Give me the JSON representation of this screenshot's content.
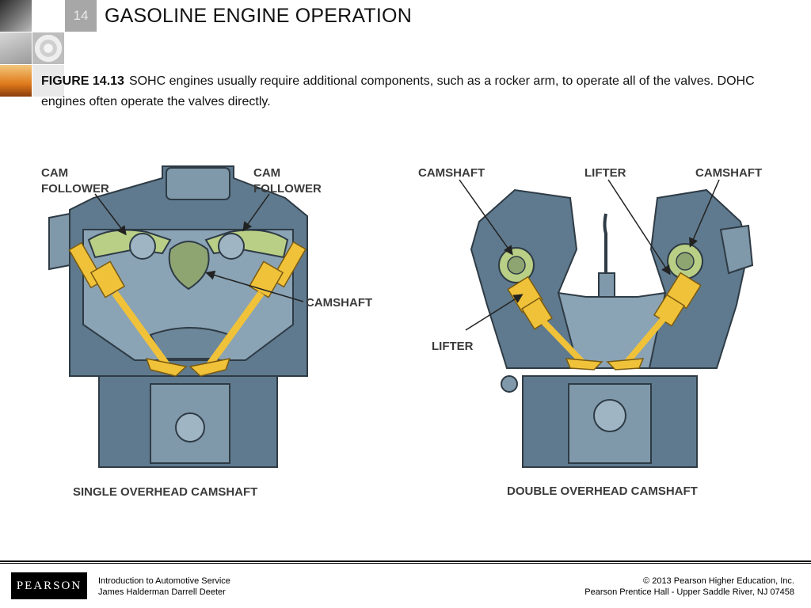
{
  "slide": {
    "number": "14",
    "title": "GASOLINE ENGINE OPERATION"
  },
  "caption": {
    "figure_label": "FIGURE 14.13",
    "text": "SOHC engines usually require additional components, such as a rocker arm, to operate all of the valves. DOHC engines often operate the valves directly."
  },
  "figure": {
    "sohc": {
      "label_cam_follower_left_1": "CAM",
      "label_cam_follower_left_2": "FOLLOWER",
      "label_cam_follower_right_1": "CAM",
      "label_cam_follower_right_2": "FOLLOWER",
      "label_camshaft": "CAMSHAFT",
      "title": "SINGLE OVERHEAD CAMSHAFT"
    },
    "dohc": {
      "label_camshaft_left": "CAMSHAFT",
      "label_lifter_top": "LIFTER",
      "label_camshaft_right": "CAMSHAFT",
      "label_lifter_bottom": "LIFTER",
      "title": "DOUBLE OVERHEAD CAMSHAFT"
    },
    "colors": {
      "metal": "#5f7a8e",
      "metal_light": "#8aa3b5",
      "cam": "#b9cf86",
      "valve": "#f0c23a"
    }
  },
  "footer": {
    "logo": "PEARSON",
    "left_line1": "Introduction to Automotive Service",
    "left_line2": "James Halderman  Darrell Deeter",
    "right_line1": "© 2013  Pearson Higher Education, Inc.",
    "right_line2": "Pearson Prentice Hall - Upper Saddle River, NJ 07458"
  }
}
